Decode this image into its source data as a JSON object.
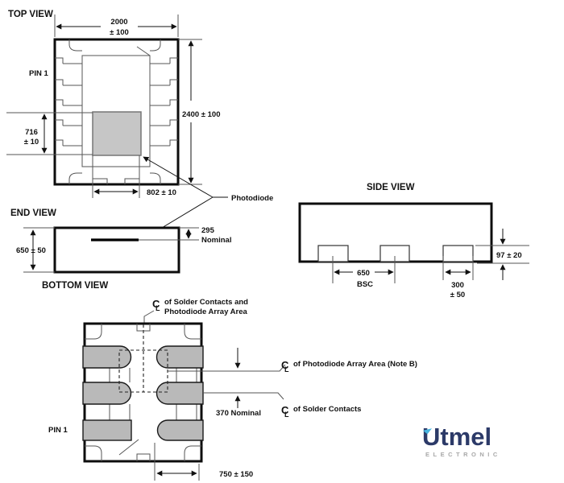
{
  "views": {
    "top": {
      "title": "TOP VIEW",
      "pin1": "PIN 1",
      "dims": {
        "width_1": "2000",
        "width_2": "± 100",
        "height": "2400 ± 100",
        "pd_height_1": "716",
        "pd_height_2": "± 10",
        "pd_width": "802 ± 10"
      }
    },
    "end": {
      "title": "END VIEW",
      "dims": {
        "height": "650 ± 50",
        "pd_offset_1": "295",
        "pd_offset_2": "Nominal"
      }
    },
    "side": {
      "title": "SIDE VIEW",
      "dims": {
        "pitch_1": "650",
        "pitch_2": "BSC",
        "contact_w_1": "300",
        "contact_w_2": "± 50",
        "contact_h": "97 ± 20"
      }
    },
    "bottom": {
      "title": "BOTTOM VIEW",
      "pin1": "PIN 1",
      "labels": {
        "cl_top_1": "of Solder Contacts and",
        "cl_top_2": "Photodiode Array Area",
        "cl_photodiode": "of Photodiode Array Area (Note B)",
        "cl_solder": "of Solder Contacts"
      },
      "dims": {
        "gap": "370 Nominal",
        "offset": "750 ± 150"
      }
    }
  },
  "callouts": {
    "photodiode": "Photodiode"
  },
  "symbols": {
    "centerline_c": "C",
    "centerline_l": "L"
  },
  "colors": {
    "line": "#111111",
    "pad_gray": "#b9b9b9",
    "photodiode_gray": "#c6c6c6"
  },
  "brand": {
    "name": "Utmel",
    "tagline": "ELECTRONIC",
    "navy": "#2c3a68",
    "light_blue": "#47b5e0",
    "gray": "#a8a8a8"
  }
}
